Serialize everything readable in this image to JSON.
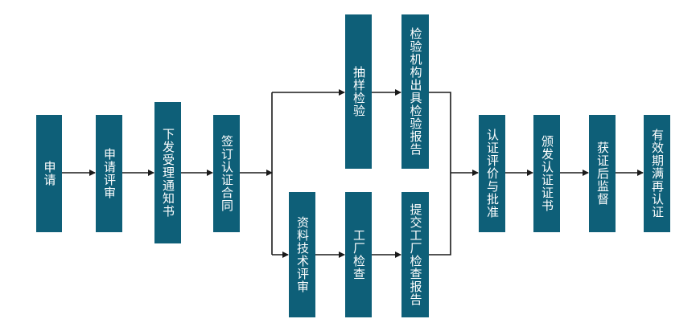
{
  "diagram": {
    "colors": {
      "box": "#0e5f78",
      "text": "#ffffff",
      "line": "#1a1a1a",
      "background": "#ffffff"
    },
    "steps": {
      "apply": "申请",
      "review": "申请评审",
      "notice": "下发受理通知书",
      "contract": "签订认证合同",
      "sampling": "抽样检验",
      "lab_report": "检验机构出具检验报告",
      "doc_review": "资料技术评审",
      "factory_check": "工厂检查",
      "factory_report": "提交工厂检查报告",
      "evaluate": "认证评价与批准",
      "issue_cert": "颁发认证证书",
      "supervision": "获证后监督",
      "recert": "有效期满再认证"
    }
  }
}
